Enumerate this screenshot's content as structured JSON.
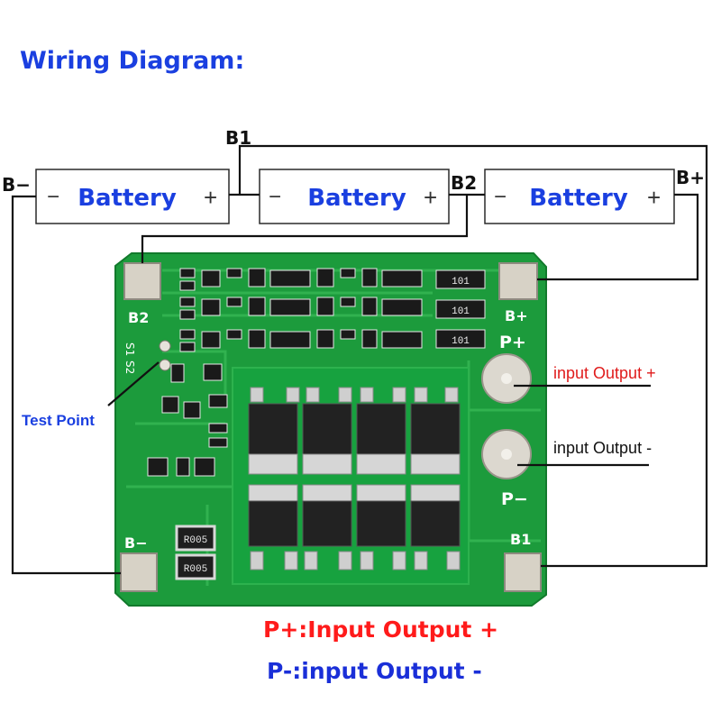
{
  "title": "Wiring Diagram:",
  "batteries": [
    {
      "minus": "−",
      "label": "Battery",
      "plus": "+"
    },
    {
      "minus": "−",
      "label": "Battery",
      "plus": "+"
    },
    {
      "minus": "−",
      "label": "Battery",
      "plus": "+"
    }
  ],
  "wire_labels": {
    "b_minus": "B−",
    "b1": "B1",
    "b2": "B2",
    "b_plus": "B+"
  },
  "board_labels": {
    "b2": "B2",
    "b_plus": "B+",
    "p_plus": "P+",
    "p_minus": "P−",
    "b_minus": "B−",
    "b1": "B1",
    "s1": "S1",
    "s2": "S2"
  },
  "resistor_codes": [
    "101",
    "101",
    "101"
  ],
  "shunt_codes": [
    "R005",
    "R005"
  ],
  "test_point": "Test Point",
  "output_plus": "input Output +",
  "output_minus": "input Output -",
  "legend_plus": "P+:Input Output +",
  "legend_minus": "P-:input Output -",
  "colors": {
    "title": "#1a3fe0",
    "battery_text": "#1a3fe0",
    "pcb": "#1c9b3c",
    "pad": "#d7d2c6",
    "legend_plus": "#ff1b1b",
    "legend_minus": "#1a2fd8",
    "output_plus": "#e01b1b"
  }
}
